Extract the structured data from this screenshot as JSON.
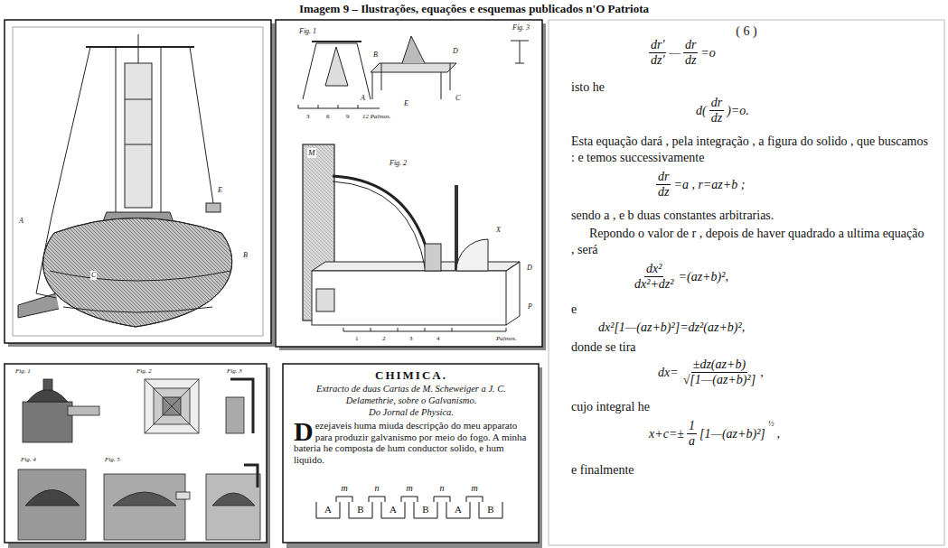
{
  "diagram": {
    "title": "Imagem 9 – Ilustrações, equações e esquemas publicados n'O Patriota",
    "labels": [
      "A",
      "B",
      "C",
      "E",
      "Fig. 1",
      "Fig. 3",
      "B",
      "D",
      "A",
      "E",
      "C",
      "3",
      "6",
      "9",
      "12 Palmos.",
      "Fig. 2",
      "M",
      "X",
      "D",
      "P",
      "1",
      "2",
      "3",
      "4",
      "Palmos.",
      "Fig. 1",
      "Fig. 2",
      "Fig. 3",
      "Fig. 4",
      "Fig. 5",
      "CHIMICA.",
      "Extracto de duas Cartas de M. Scheweiger a J. C. Delamethrie, sobre o Galvanismo.",
      "Do Jornal de Physica.",
      "D",
      "ezejaveis huma miuda descripção do meu apparato para produzir galvanismo por meio do fogo. A minha bateria he composta de hum conductor solido, e hum liquido.",
      "m",
      "n",
      "m",
      "n",
      "m",
      "A",
      "B",
      "A",
      "B",
      "A",
      "B",
      "( 6 )",
      "dr'",
      "dz'",
      "—",
      "dr",
      "dz",
      "=o",
      "isto he",
      "d(",
      "dr",
      "dz",
      ")=o.",
      "Esta equação dará , pela integração , a figura do solido , que buscamos : e temos successivamente",
      "dr",
      "dz",
      "=a ,   r=az+b ;",
      "sendo a , e b duas constantes arbitrarias.",
      "Repondo o valor de r , depois de haver quadrado a ultima equação , será",
      "dx²",
      "dx²+dz²",
      "=(az+b)²,",
      "e",
      "dx²[1—(az+b)²]=dz²(az+b)²,",
      "donde se tira",
      "dx=",
      "±dz(az+b)",
      "√[1—(az+b)²]",
      ",",
      "cujo integral he",
      "x+c=±",
      "1",
      "a",
      "[1—(az+b)²]",
      "½",
      ",",
      "e finalmente"
    ]
  }
}
